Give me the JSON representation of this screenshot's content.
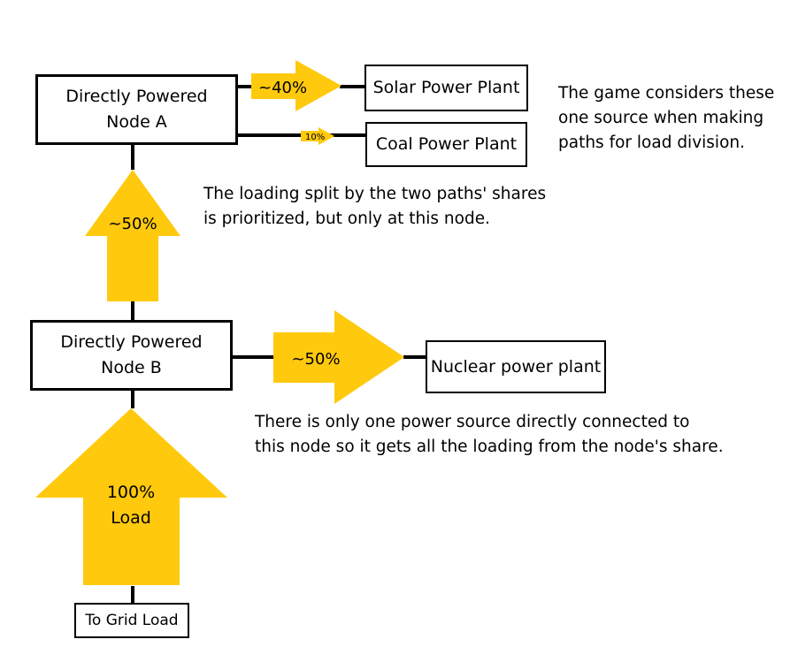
{
  "colors": {
    "arrow": "#ffc90e",
    "line": "#000000",
    "background": "#ffffff"
  },
  "nodes": {
    "node_a": "Directly Powered\nNode A",
    "node_b": "Directly Powered\nNode B",
    "solar": "Solar Power Plant",
    "coal": "Coal Power Plant",
    "nuclear": "Nuclear power plant",
    "grid": "To Grid Load"
  },
  "arrows": {
    "solar": "~40%",
    "coal": "10%",
    "node_a": "~50%",
    "nuclear": "~50%",
    "load": "100%\nLoad"
  },
  "notes": {
    "source_note": "The game considers these\none source when making\npaths for load division.",
    "split_note": "The loading split by the two paths' shares\nis prioritized, but only at this node.",
    "nuclear_note": "There is only one power source directly connected to\nthis node so it gets all the loading from the node's share."
  }
}
